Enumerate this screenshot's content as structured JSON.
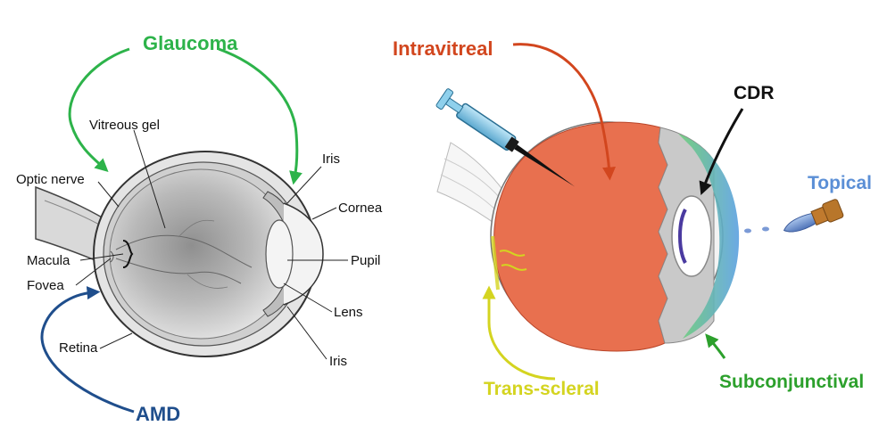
{
  "anatomy": {
    "labels": {
      "vitreous_gel": "Vitreous gel",
      "optic_nerve": "Optic nerve",
      "iris_top": "Iris",
      "cornea": "Cornea",
      "macula": "Macula",
      "pupil": "Pupil",
      "fovea": "Fovea",
      "lens": "Lens",
      "retina": "Retina",
      "iris_bottom": "Iris"
    },
    "diseases": {
      "glaucoma": "Glaucoma",
      "amd": "AMD"
    }
  },
  "delivery": {
    "routes": {
      "intravitreal": "Intravitreal",
      "cdr": "CDR",
      "topical": "Topical",
      "trans_scleral": "Trans-scleral",
      "subconjunctival": "Subconjunctival"
    }
  },
  "colors": {
    "glaucoma": "#2db34a",
    "amd": "#1f4e8c",
    "intravitreal": "#d2461e",
    "cdr": "#111111",
    "topical": "#5b8fd6",
    "trans_scleral": "#d4d420",
    "subconjunctival": "#2ca02c",
    "vitreous_fill": "#e8704f"
  }
}
